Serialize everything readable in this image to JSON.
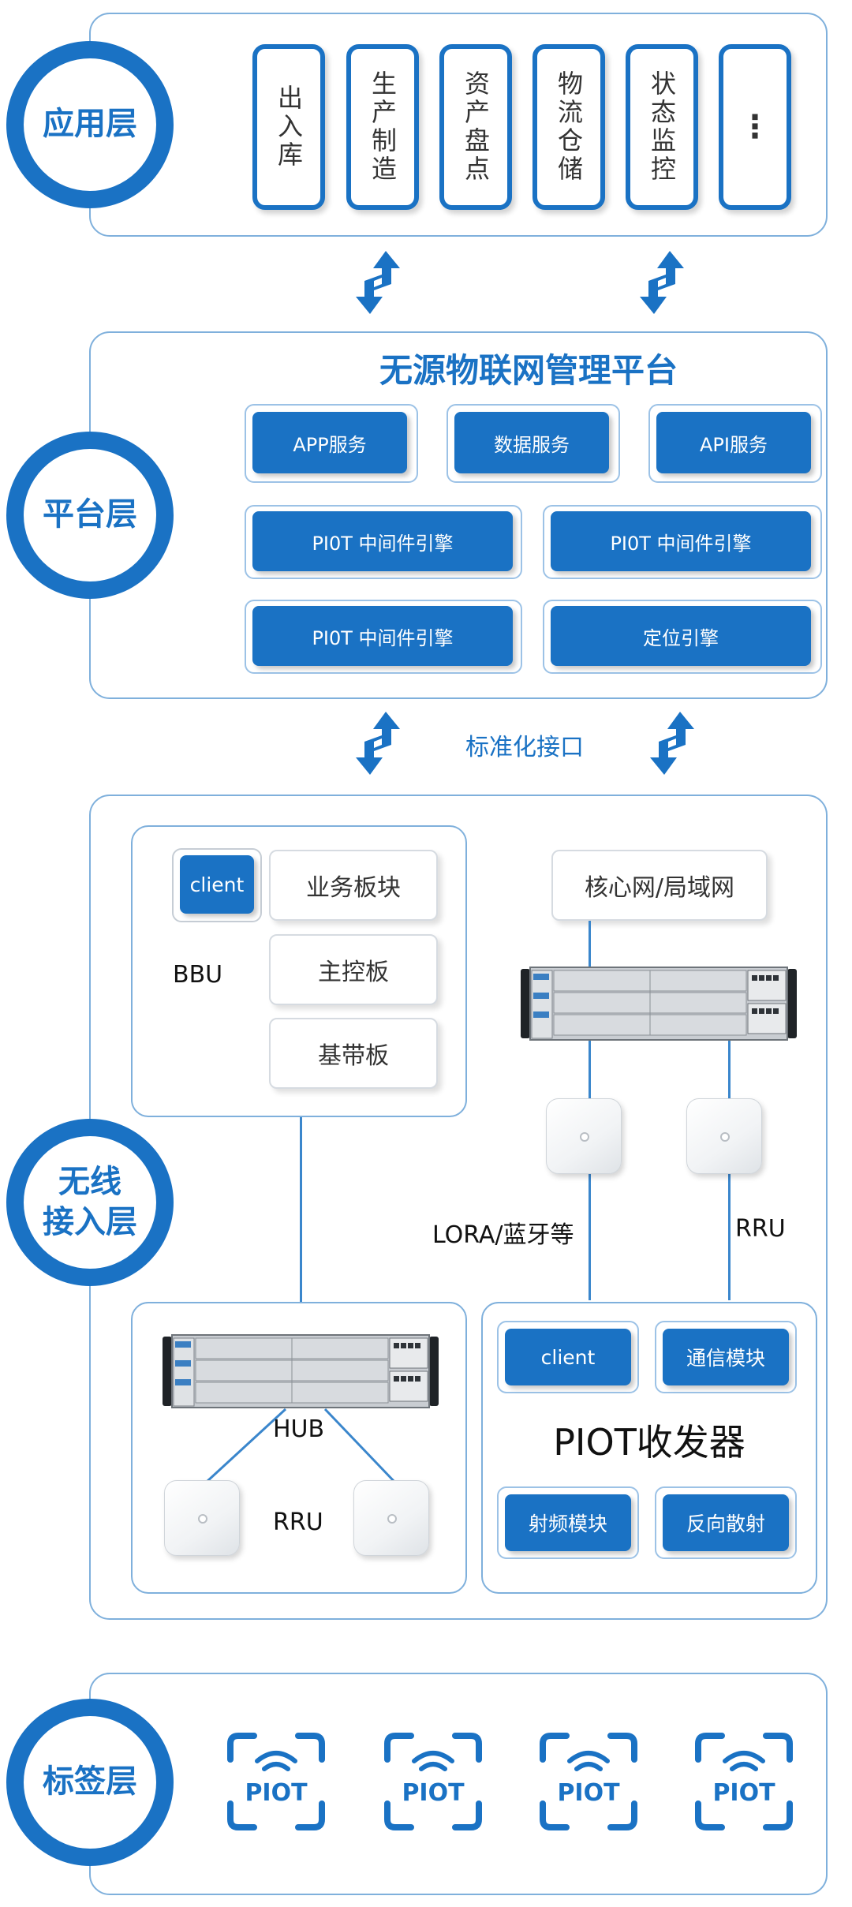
{
  "layers": {
    "app": "应用层",
    "platform": "平台层",
    "access": "无线\n接入层",
    "tag": "标签层"
  },
  "app_items": [
    "出入库",
    "生产制造",
    "资产盘点",
    "物流仓储",
    "状态监控",
    "⋮"
  ],
  "platform": {
    "title": "无源物联网管理平台",
    "services": [
      "APP服务",
      "数据服务",
      "API服务"
    ],
    "engines": [
      "PI0T 中间件引擎",
      "PI0T 中间件引擎",
      "PI0T 中间件引擎",
      "定位引擎"
    ]
  },
  "interface_label": "标准化接口",
  "bbu": {
    "client": "client",
    "label": "BBU",
    "boards": [
      "业务板块",
      "主控板",
      "基带板"
    ]
  },
  "core_network": "核心网/局域网",
  "lora_label": "LORA/蓝牙等",
  "rru_right": "RRU",
  "hub": {
    "label": "HUB",
    "rru": "RRU"
  },
  "transceiver": {
    "title": "PIOT收发器",
    "modules": [
      "client",
      "通信模块",
      "射频模块",
      "反向散射"
    ]
  },
  "tags": [
    "PIOT",
    "PIOT",
    "PIOT",
    "PIOT"
  ],
  "colors": {
    "primary": "#1a72c4",
    "border": "#7fb0dc"
  },
  "icons": [
    "double-arrow-icon",
    "server-rack-icon",
    "access-point-icon",
    "piot-tag-icon"
  ]
}
